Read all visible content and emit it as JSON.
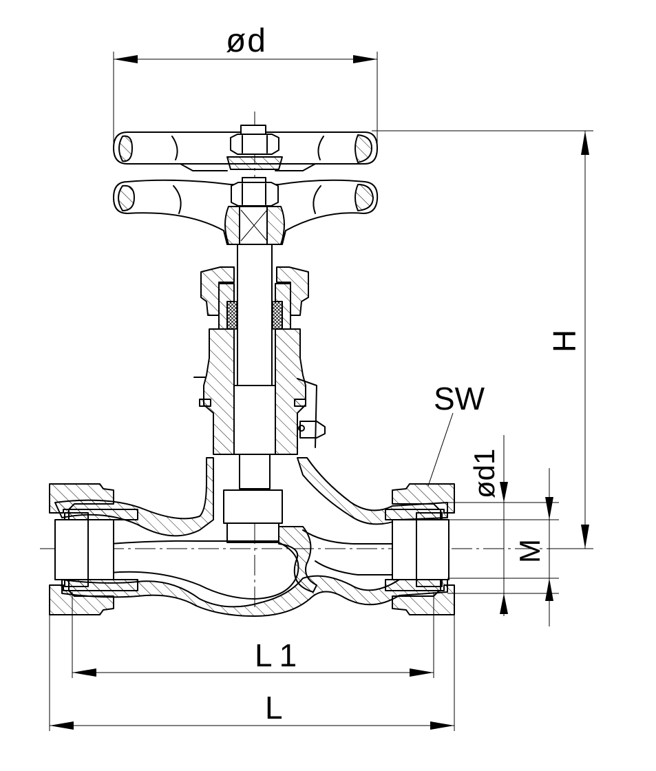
{
  "labels": {
    "handwheel_diameter": "ød",
    "height": "H",
    "wrench_size": "SW",
    "pipe_diameter": "ød1",
    "thread": "M",
    "length_inner": "L1",
    "length_overall": "L"
  }
}
